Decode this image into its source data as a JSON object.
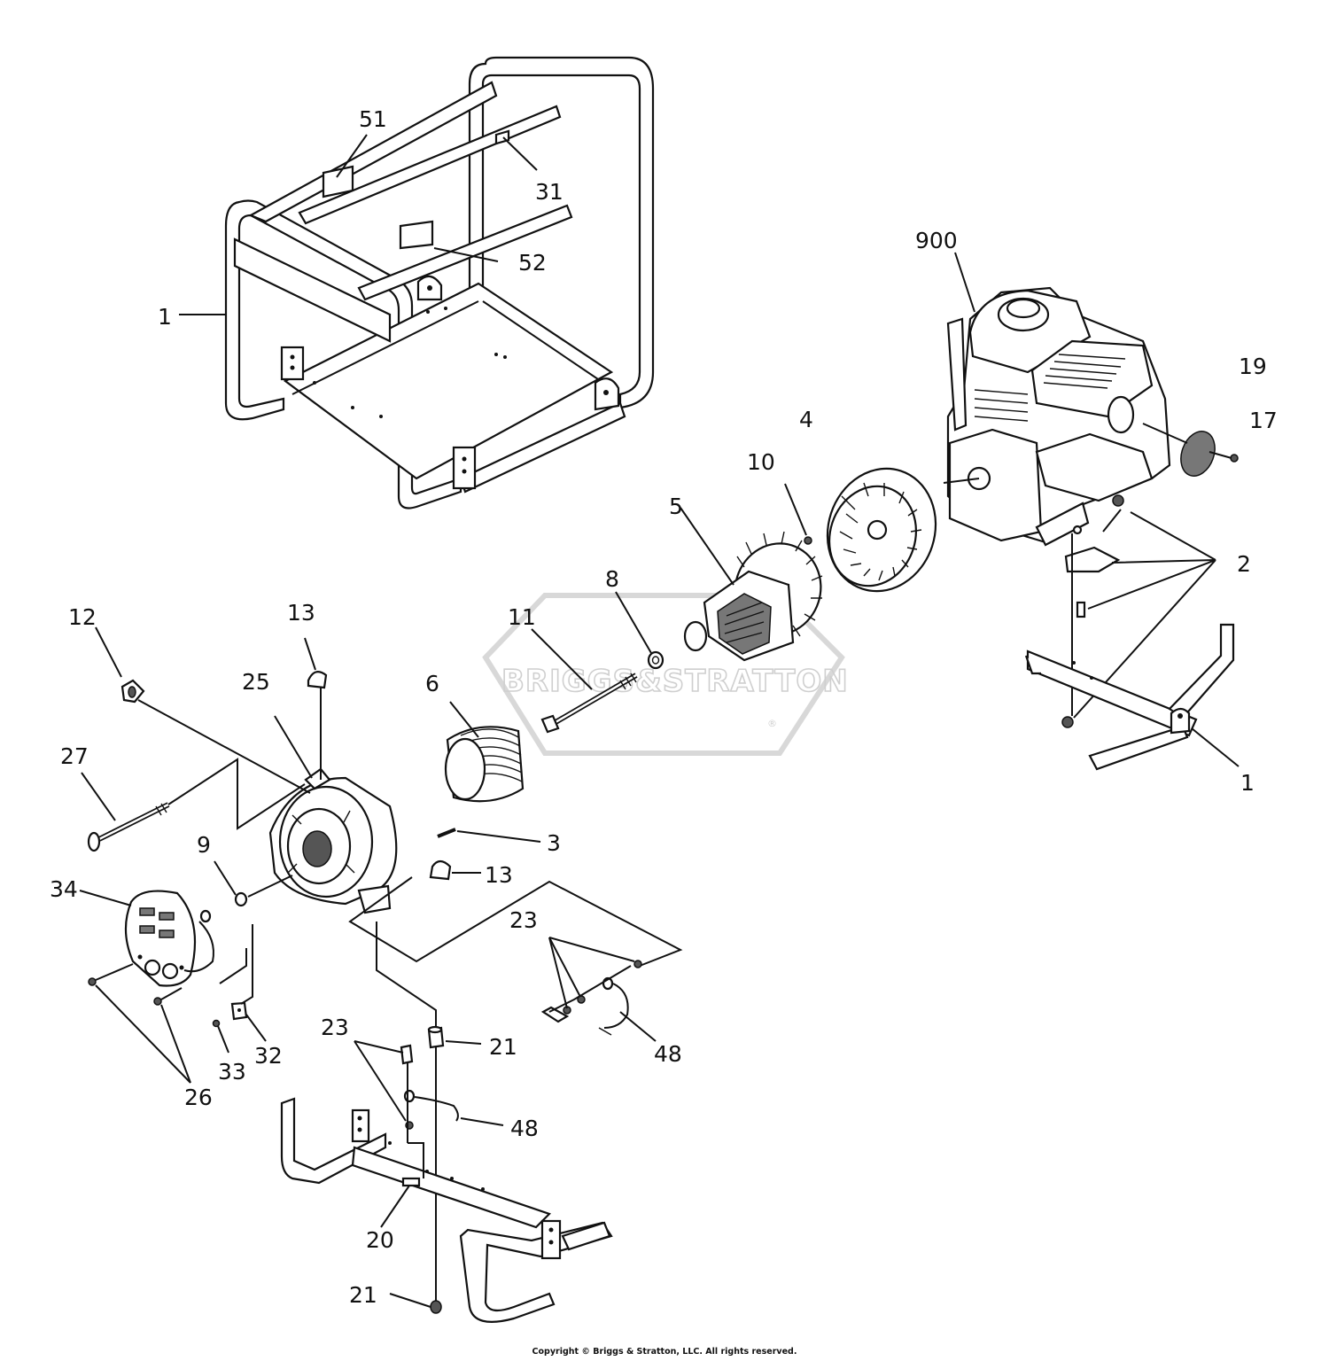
{
  "watermark": "BRIGGS&STRATTON",
  "watermark_mark": "®",
  "callouts": {
    "frame_top": "1",
    "frame_bottom_right": "1",
    "mount_kit": "2",
    "pin": "3",
    "fan_housing": "4",
    "rotor": "5",
    "stator": "6",
    "washer": "8",
    "nut": "9",
    "screw_10": "10",
    "through_bolt": "11",
    "grommet": "12",
    "clip_top": "13",
    "clip_bottom": "13",
    "screw_17": "17",
    "muffler_guard": "19",
    "cradle_base": "20",
    "isolator_top": "21",
    "isolator_bottom": "21",
    "lockwasher_right": "23",
    "lockwasher_bottom": "23",
    "end_bell": "25",
    "screws_26": "26",
    "long_bolt": "27",
    "decal_31": "31",
    "bracket_32": "32",
    "screw_33": "33",
    "control_panel": "34",
    "ground_wire_right": "48",
    "ground_wire_bottom": "48",
    "decal_51": "51",
    "decal_52": "52",
    "engine": "900"
  },
  "copyright": "Copyright © Briggs & Stratton, LLC. All rights reserved."
}
